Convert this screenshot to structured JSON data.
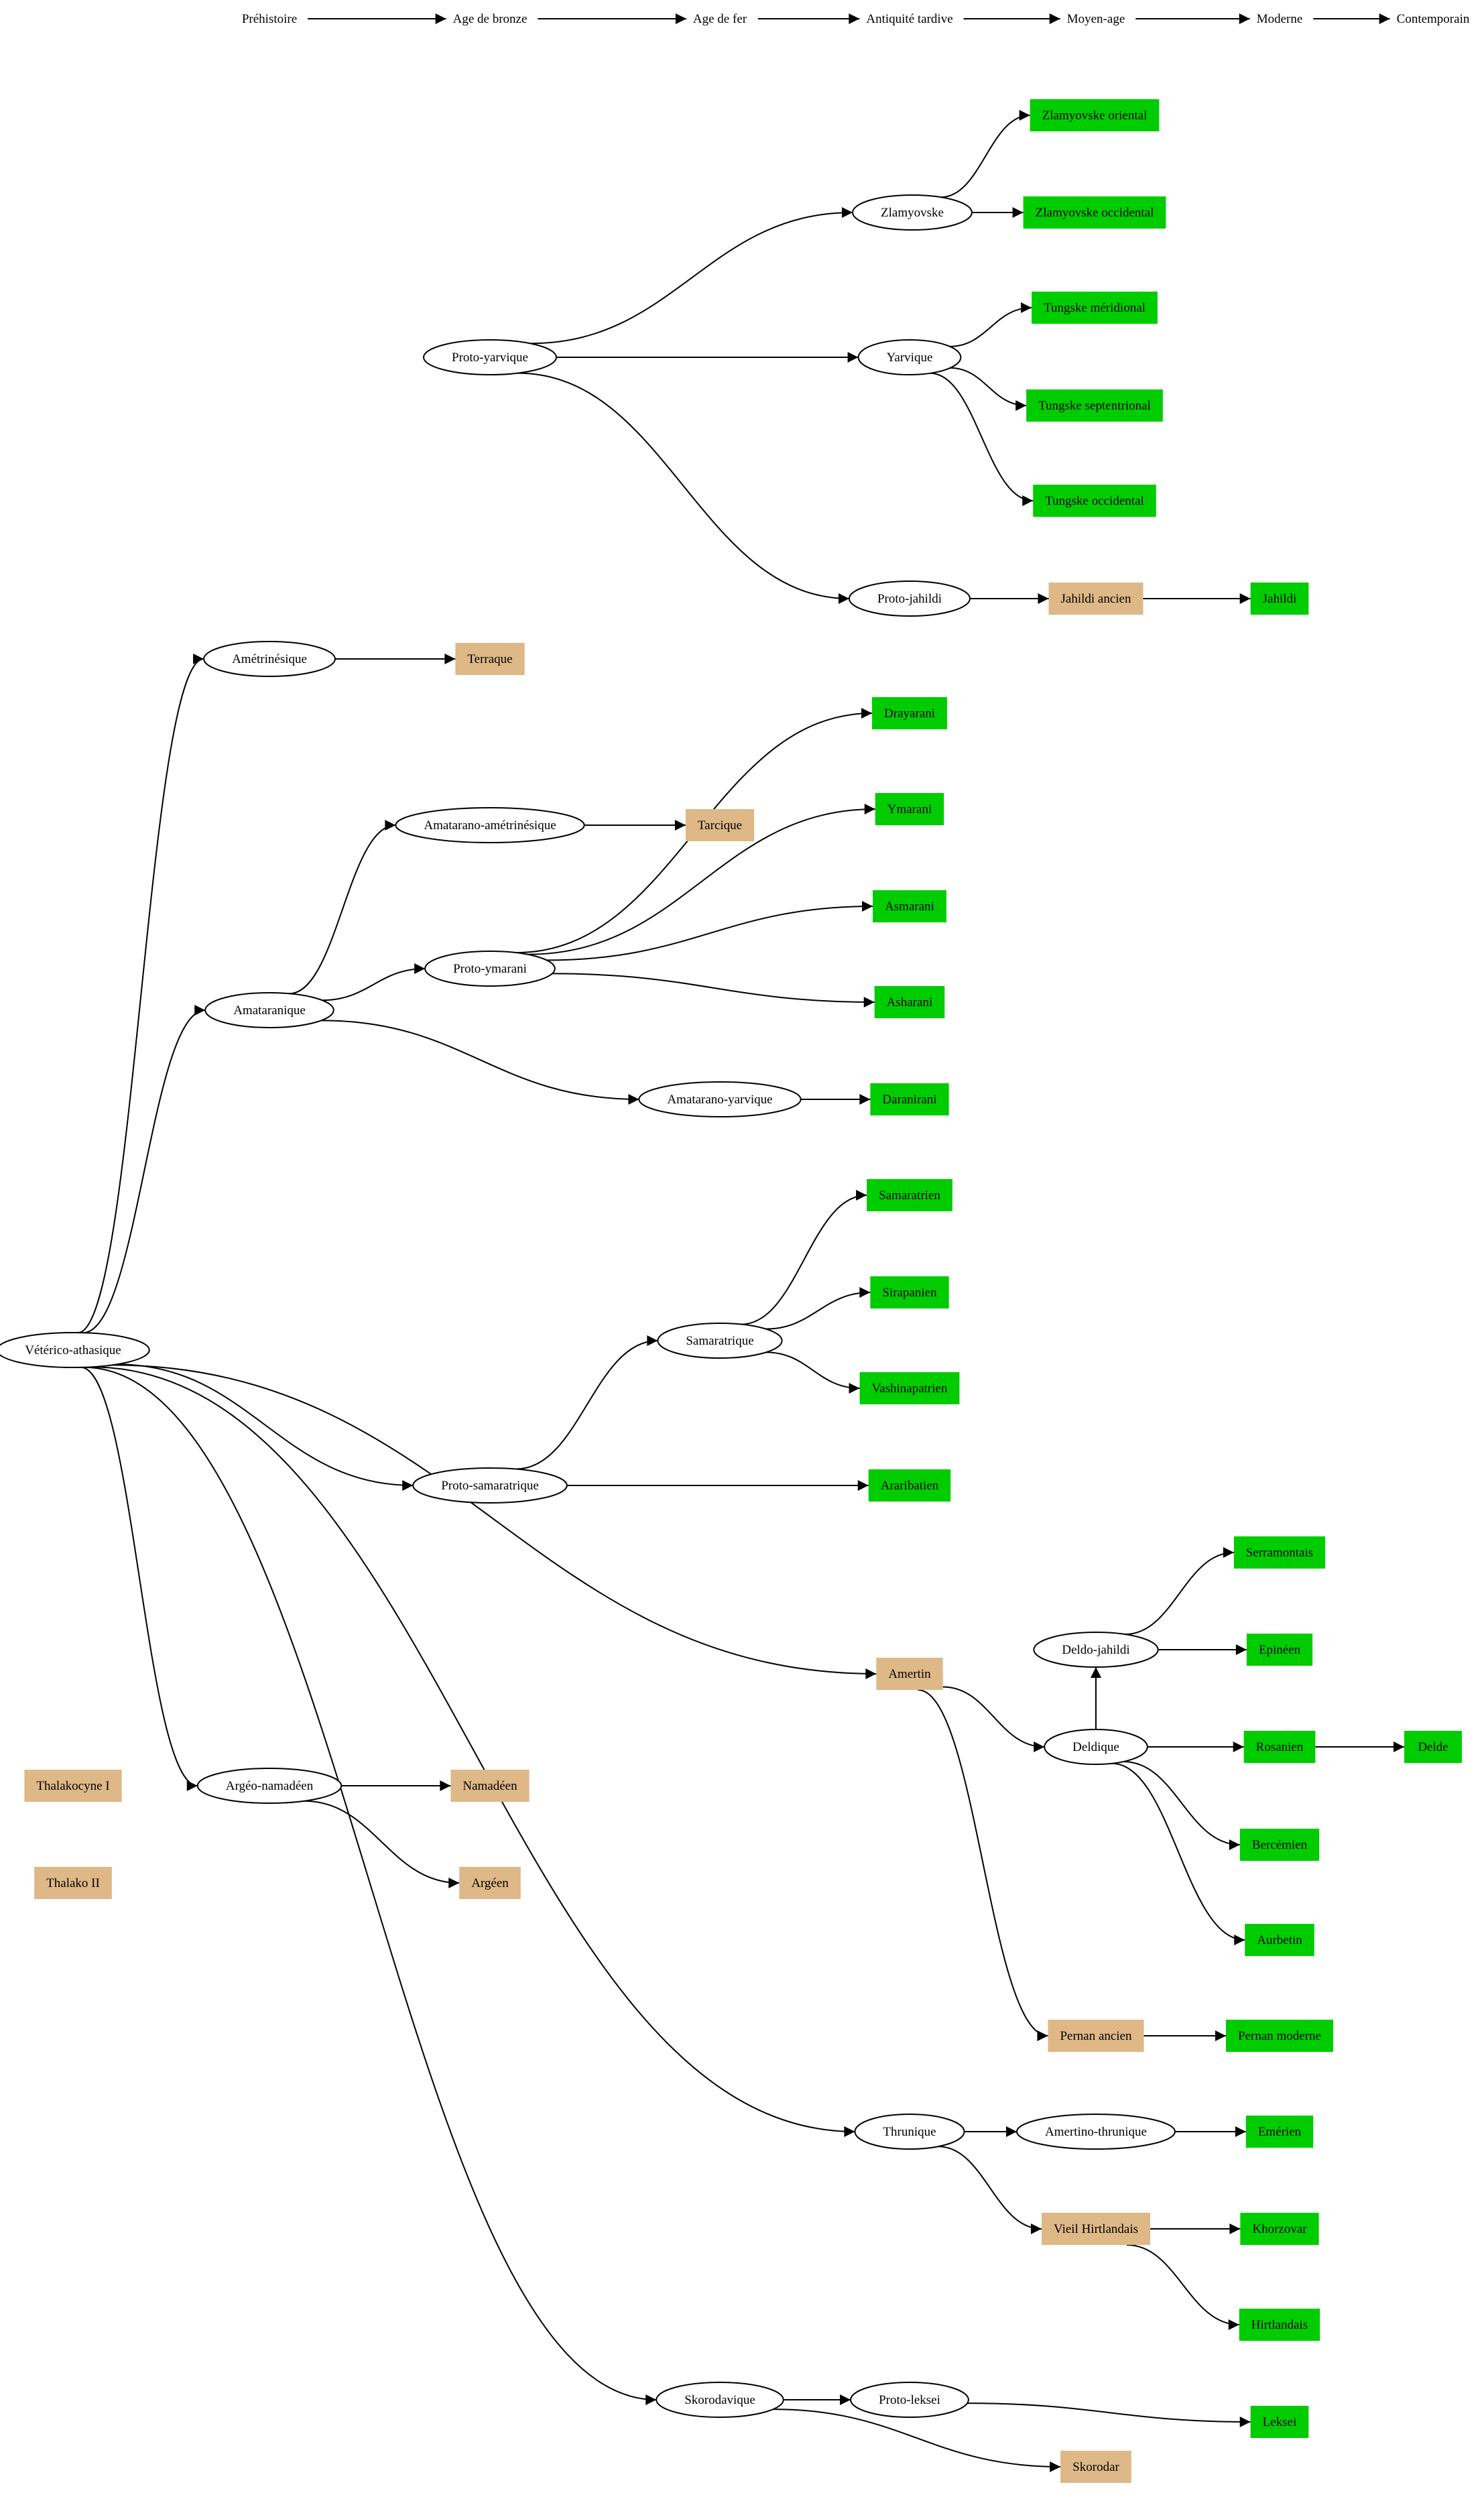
{
  "title": "Arbre généalogique des langues",
  "colors": {
    "living": "#00cc00",
    "ancient": "#deb887",
    "proto": "#ffffff",
    "edge": "#000000"
  },
  "timeline": [
    "Préhistoire",
    "Age de bronze",
    "Age de fer",
    "Antiquité tardive",
    "Moyen-age",
    "Moderne",
    "Contemporain"
  ],
  "nodes": [
    {
      "id": "veterico_athasique",
      "label": "Vétérico-athasique",
      "kind": "proto",
      "period": 0
    },
    {
      "id": "ametrinesique",
      "label": "Amétrinésique",
      "kind": "proto",
      "period": 1
    },
    {
      "id": "amataranique",
      "label": "Amataranique",
      "kind": "proto",
      "period": 1
    },
    {
      "id": "argeo_namadeen",
      "label": "Argéo-namadéen",
      "kind": "proto",
      "period": 1
    },
    {
      "id": "thalakocyne_1",
      "label": "Thalakocyne I",
      "kind": "ancient",
      "period": 0
    },
    {
      "id": "thalako_2",
      "label": "Thalako II",
      "kind": "ancient",
      "period": 0
    },
    {
      "id": "proto_yarvique",
      "label": "Proto-yarvique",
      "kind": "proto",
      "period": 2
    },
    {
      "id": "terraque",
      "label": "Terraque",
      "kind": "ancient",
      "period": 2
    },
    {
      "id": "amatarano_ametrinesique",
      "label": "Amatarano-amétrinésique",
      "kind": "proto",
      "period": 2
    },
    {
      "id": "proto_ymarani",
      "label": "Proto-ymarani",
      "kind": "proto",
      "period": 2
    },
    {
      "id": "proto_samaratrique",
      "label": "Proto-samaratrique",
      "kind": "proto",
      "period": 2
    },
    {
      "id": "namadeen",
      "label": "Namadéen",
      "kind": "ancient",
      "period": 2
    },
    {
      "id": "argeen",
      "label": "Argéen",
      "kind": "ancient",
      "period": 2
    },
    {
      "id": "tarcique",
      "label": "Tarcique",
      "kind": "ancient",
      "period": 3
    },
    {
      "id": "amatarano_yarvique",
      "label": "Amatarano-yarvique",
      "kind": "proto",
      "period": 3
    },
    {
      "id": "samaratrique",
      "label": "Samaratrique",
      "kind": "proto",
      "period": 3
    },
    {
      "id": "skorodavique",
      "label": "Skorodavique",
      "kind": "proto",
      "period": 3
    },
    {
      "id": "zlamyovske",
      "label": "Zlamyovske",
      "kind": "proto",
      "period": 4
    },
    {
      "id": "yarvique",
      "label": "Yarvique",
      "kind": "proto",
      "period": 4
    },
    {
      "id": "proto_jahildi",
      "label": "Proto-jahildi",
      "kind": "proto",
      "period": 4
    },
    {
      "id": "drayarani",
      "label": "Drayarani",
      "kind": "living",
      "period": 4
    },
    {
      "id": "ymarani",
      "label": "Ymarani",
      "kind": "living",
      "period": 4
    },
    {
      "id": "asmarani",
      "label": "Asmarani",
      "kind": "living",
      "period": 4
    },
    {
      "id": "asharani",
      "label": "Asharani",
      "kind": "living",
      "period": 4
    },
    {
      "id": "daranirani",
      "label": "Daranirani",
      "kind": "living",
      "period": 4
    },
    {
      "id": "samaratrien",
      "label": "Samaratrien",
      "kind": "living",
      "period": 4
    },
    {
      "id": "sirapanien",
      "label": "Sirapanien",
      "kind": "living",
      "period": 4
    },
    {
      "id": "vashinapatrien",
      "label": "Vashinapatrien",
      "kind": "living",
      "period": 4
    },
    {
      "id": "araribatien",
      "label": "Araribatien",
      "kind": "living",
      "period": 4
    },
    {
      "id": "amertin",
      "label": "Amertin",
      "kind": "ancient",
      "period": 4
    },
    {
      "id": "thrunique",
      "label": "Thrunique",
      "kind": "proto",
      "period": 4
    },
    {
      "id": "proto_leksei",
      "label": "Proto-leksei",
      "kind": "proto",
      "period": 4
    },
    {
      "id": "zlamyovske_oriental",
      "label": "Zlamyovske oriental",
      "kind": "living",
      "period": 5
    },
    {
      "id": "zlamyovske_occidental",
      "label": "Zlamyovske occidental",
      "kind": "living",
      "period": 5
    },
    {
      "id": "tungske_meridional",
      "label": "Tungske méridional",
      "kind": "living",
      "period": 5
    },
    {
      "id": "tungske_septentrional",
      "label": "Tungske septentrional",
      "kind": "living",
      "period": 5
    },
    {
      "id": "tungske_occidental",
      "label": "Tungske occidental",
      "kind": "living",
      "period": 5
    },
    {
      "id": "jahildi_ancien",
      "label": "Jahildi ancien",
      "kind": "ancient",
      "period": 5
    },
    {
      "id": "deldo_jahildi",
      "label": "Deldo-jahildi",
      "kind": "proto",
      "period": 5
    },
    {
      "id": "deldique",
      "label": "Deldique",
      "kind": "proto",
      "period": 5
    },
    {
      "id": "pernan_ancien",
      "label": "Pernan ancien",
      "kind": "ancient",
      "period": 5
    },
    {
      "id": "amertino_thrunique",
      "label": "Amertino-thrunique",
      "kind": "proto",
      "period": 5
    },
    {
      "id": "vieil_hirtlandais",
      "label": "Vieil Hirtlandais",
      "kind": "ancient",
      "period": 5
    },
    {
      "id": "skorodar",
      "label": "Skorodar",
      "kind": "ancient",
      "period": 5
    },
    {
      "id": "jahildi",
      "label": "Jahildi",
      "kind": "living",
      "period": 6
    },
    {
      "id": "serramontais",
      "label": "Serramontais",
      "kind": "living",
      "period": 6
    },
    {
      "id": "epineen",
      "label": "Epinéen",
      "kind": "living",
      "period": 6
    },
    {
      "id": "rosanien",
      "label": "Rosanien",
      "kind": "living",
      "period": 6
    },
    {
      "id": "bercemien",
      "label": "Bercémien",
      "kind": "living",
      "period": 6
    },
    {
      "id": "aurbetin",
      "label": "Aurbetin",
      "kind": "living",
      "period": 6
    },
    {
      "id": "pernan_moderne",
      "label": "Pernan moderne",
      "kind": "living",
      "period": 6
    },
    {
      "id": "emerien",
      "label": "Emérien",
      "kind": "living",
      "period": 6
    },
    {
      "id": "khorzovar",
      "label": "Khorzovar",
      "kind": "living",
      "period": 6
    },
    {
      "id": "hirtlandais",
      "label": "Hirtlandais",
      "kind": "living",
      "period": 6
    },
    {
      "id": "leksei",
      "label": "Leksei",
      "kind": "living",
      "period": 6
    },
    {
      "id": "delde",
      "label": "Delde",
      "kind": "living",
      "period": 7
    }
  ],
  "edges": [
    [
      "veterico_athasique",
      "ametrinesique"
    ],
    [
      "veterico_athasique",
      "amataranique"
    ],
    [
      "veterico_athasique",
      "argeo_namadeen"
    ],
    [
      "veterico_athasique",
      "proto_samaratrique"
    ],
    [
      "veterico_athasique",
      "amertin"
    ],
    [
      "veterico_athasique",
      "thrunique"
    ],
    [
      "veterico_athasique",
      "skorodavique"
    ],
    [
      "ametrinesique",
      "terraque"
    ],
    [
      "amataranique",
      "amatarano_ametrinesique"
    ],
    [
      "amataranique",
      "proto_ymarani"
    ],
    [
      "amataranique",
      "amatarano_yarvique"
    ],
    [
      "amatarano_ametrinesique",
      "tarcique"
    ],
    [
      "proto_ymarani",
      "drayarani"
    ],
    [
      "proto_ymarani",
      "ymarani"
    ],
    [
      "proto_ymarani",
      "asmarani"
    ],
    [
      "proto_ymarani",
      "asharani"
    ],
    [
      "amatarano_yarvique",
      "daranirani"
    ],
    [
      "proto_yarvique",
      "zlamyovske"
    ],
    [
      "proto_yarvique",
      "yarvique"
    ],
    [
      "proto_yarvique",
      "proto_jahildi"
    ],
    [
      "zlamyovske",
      "zlamyovske_oriental"
    ],
    [
      "zlamyovske",
      "zlamyovske_occidental"
    ],
    [
      "yarvique",
      "tungske_meridional"
    ],
    [
      "yarvique",
      "tungske_septentrional"
    ],
    [
      "yarvique",
      "tungske_occidental"
    ],
    [
      "proto_jahildi",
      "jahildi_ancien"
    ],
    [
      "jahildi_ancien",
      "jahildi"
    ],
    [
      "proto_samaratrique",
      "samaratrique"
    ],
    [
      "proto_samaratrique",
      "araribatien"
    ],
    [
      "samaratrique",
      "samaratrien"
    ],
    [
      "samaratrique",
      "sirapanien"
    ],
    [
      "samaratrique",
      "vashinapatrien"
    ],
    [
      "argeo_namadeen",
      "namadeen"
    ],
    [
      "argeo_namadeen",
      "argeen"
    ],
    [
      "amertin",
      "deldique"
    ],
    [
      "amertin",
      "pernan_ancien"
    ],
    [
      "deldique",
      "deldo_jahildi"
    ],
    [
      "deldique",
      "rosanien"
    ],
    [
      "deldique",
      "bercemien"
    ],
    [
      "deldique",
      "aurbetin"
    ],
    [
      "deldo_jahildi",
      "serramontais"
    ],
    [
      "deldo_jahildi",
      "epineen"
    ],
    [
      "rosanien",
      "delde"
    ],
    [
      "pernan_ancien",
      "pernan_moderne"
    ],
    [
      "thrunique",
      "amertino_thrunique"
    ],
    [
      "thrunique",
      "vieil_hirtlandais"
    ],
    [
      "amertino_thrunique",
      "emerien"
    ],
    [
      "vieil_hirtlandais",
      "khorzovar"
    ],
    [
      "vieil_hirtlandais",
      "hirtlandais"
    ],
    [
      "skorodavique",
      "proto_leksei"
    ],
    [
      "skorodavique",
      "skorodar"
    ],
    [
      "proto_leksei",
      "leksei"
    ]
  ]
}
